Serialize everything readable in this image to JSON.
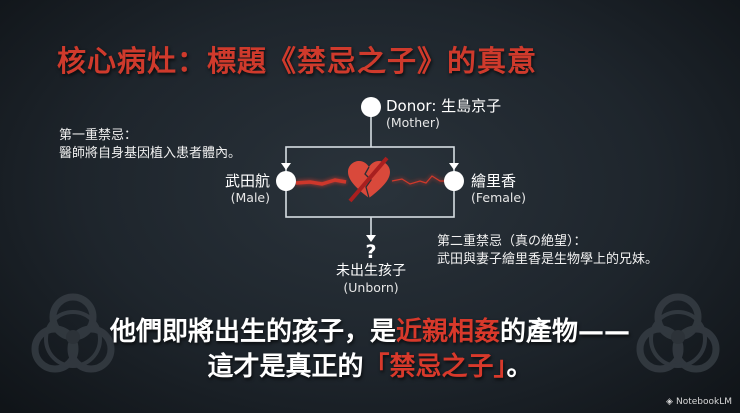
{
  "title": "核心病灶：標題《禁忌之子》的真意",
  "notes": {
    "first_taboo": {
      "heading": "第一重禁忌：",
      "body": "醫師將自身基因植入患者體內。"
    },
    "second_taboo": {
      "heading": "第二重禁忌（真の絶望）：",
      "body": "武田與妻子繪里香是生物學上的兄妹。"
    }
  },
  "diagram": {
    "donor": {
      "name": "Donor: 生島京子",
      "role": "(Mother)"
    },
    "male": {
      "name": "武田航",
      "role": "(Male)"
    },
    "female": {
      "name": "繪里香",
      "role": "(Female)"
    },
    "unborn": {
      "symbol": "?",
      "name": "未出生孩子",
      "role": "(Unborn)"
    },
    "center_icon": "broken-heart-crossed-icon"
  },
  "conclusion": {
    "line1_pre": "他們即將出生的孩子，是",
    "line1_red": "近親相姦",
    "line1_post": "的產物——",
    "line2_pre": "這才是真正的",
    "line2_red": "「禁忌之子」",
    "line2_post": "。"
  },
  "decorations": {
    "left_icon": "biohazard-icon",
    "right_icon": "biohazard-icon"
  },
  "watermark": {
    "label": "NotebookLM"
  },
  "colors": {
    "accent_red": "#cf3a2c",
    "text_white": "#ffffff",
    "line_color": "#d6dde2",
    "background": "#1e252c"
  }
}
